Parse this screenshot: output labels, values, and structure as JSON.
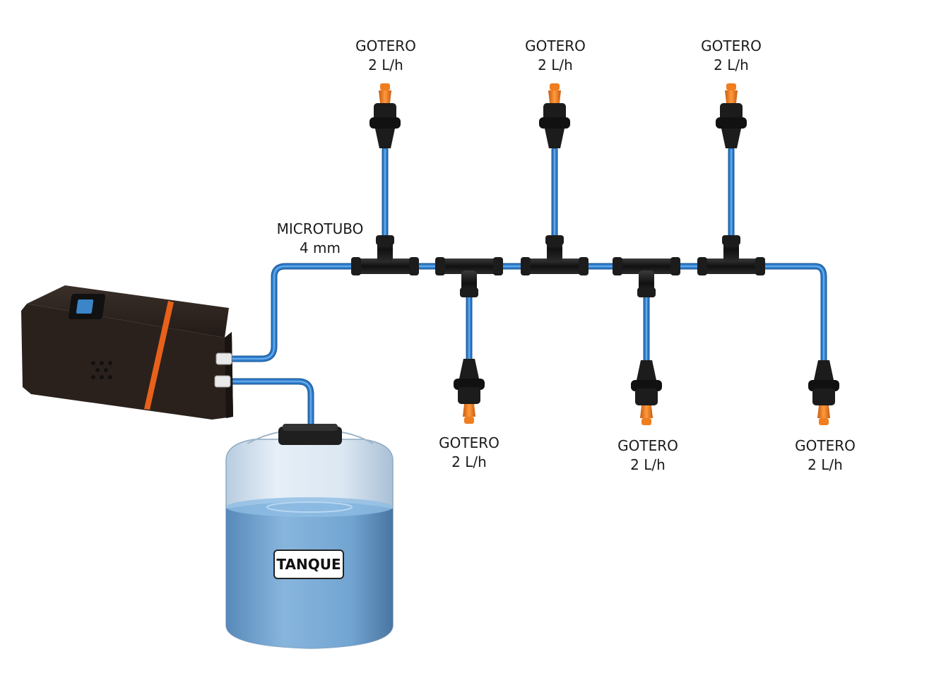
{
  "diagram": {
    "tube_label": {
      "line1": "MICROTUBO",
      "line2": "4 mm"
    },
    "tank_label": "TANQUE",
    "drippers_top": [
      {
        "name": "GOTERO",
        "flow": "2 L/h"
      },
      {
        "name": "GOTERO",
        "flow": "2 L/h"
      },
      {
        "name": "GOTERO",
        "flow": "2 L/h"
      }
    ],
    "drippers_bottom": [
      {
        "name": "GOTERO",
        "flow": "2 L/h"
      },
      {
        "name": "GOTERO",
        "flow": "2 L/h"
      },
      {
        "name": "GOTERO",
        "flow": "2 L/h"
      }
    ],
    "colors": {
      "tube": "#2f7fd0",
      "tube_highlight": "#8cc4f2",
      "fitting": "#1c1c1c",
      "dripper_tip": "#f07d1f",
      "pump_body": "#2a211d",
      "pump_stripe": "#e8611a",
      "water": "#5f94c4",
      "tank": "#d9e6f1"
    }
  }
}
